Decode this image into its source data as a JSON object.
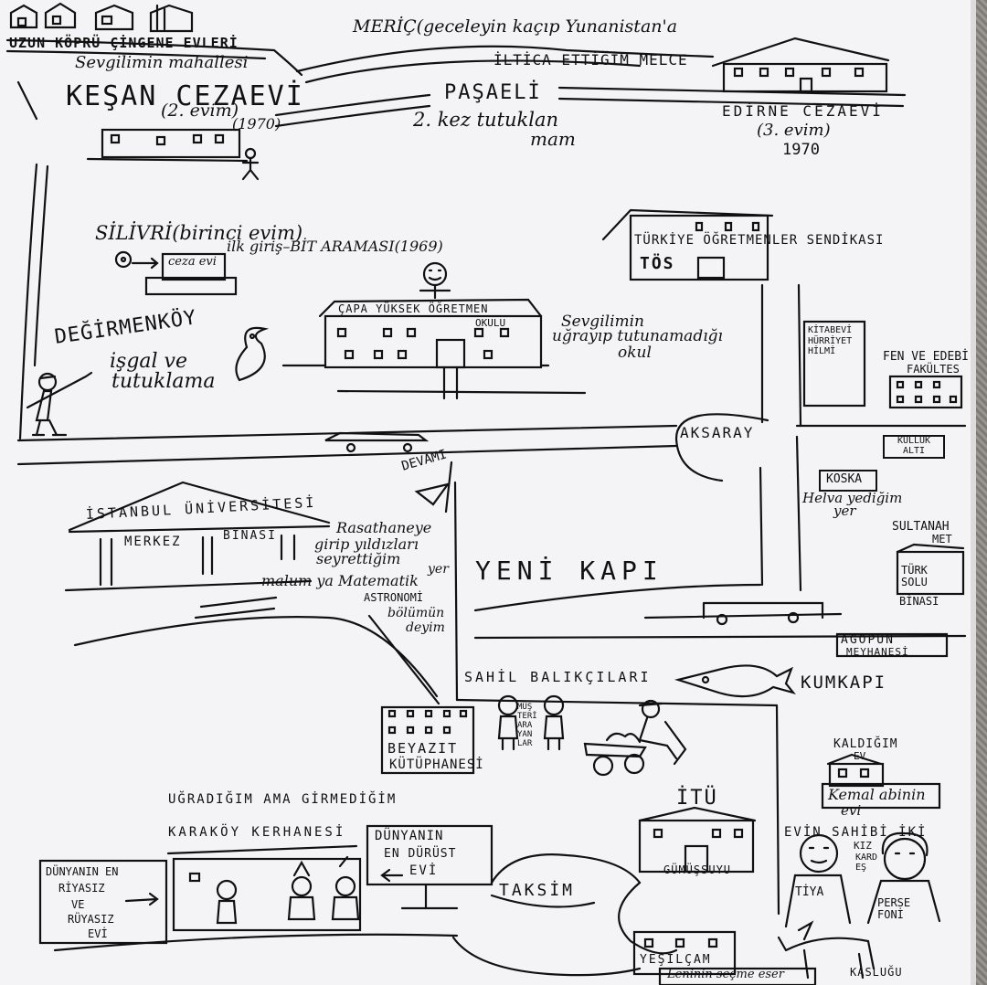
{
  "map": {
    "uzun_kopru": "UZUN KÖPRÜ ÇİNGENE EVLERİ",
    "sevgilimin_mahallesi": "Sevgilimin mahallesi",
    "meric": "MERİÇ(geceleyin kaçıp Yunanistan'a",
    "iltica": "İLTİCA ETTİĞİM MELCE",
    "kesan": "KEŞAN CEZAEVİ",
    "kesan_sub": "(2. evim)",
    "kesan_year": "(1970)",
    "pasaeli": "PAŞAELİ",
    "ikinci_kez": "2. kez tutuklan",
    "ikinci_kez_2": "mam",
    "edirne": "EDİRNE CEZAEVİ",
    "edirne_sub": "(3. evim)",
    "edirne_year": "1970",
    "silivri": "SİLİVRİ(birinci evim)",
    "ilk_giris": "ilk giriş–BİT ARAMASI(1969)",
    "ceza_evi": "ceza evi",
    "tos_title": "TÜRKİYE ÖĞRETMENLER SENDİKASI",
    "tos": "TÖS",
    "degirmenkoy": "DEĞİRMENKÖY",
    "isgal": "işgal ve",
    "tutuklama": "tutuklama",
    "capa": "ÇAPA YÜKSEK ÖĞRETMEN",
    "okulu": "OKULU",
    "sevgilim_okul_1": "Sevgilimin",
    "sevgilim_okul_2": "uğrayıp tutunamadığı",
    "sevgilim_okul_3": "okul",
    "hilmi_kitabevi": "KİTABEVİ HÜRRİYET HİLMİ",
    "fen_edebiyat": "FEN VE EDEBİ",
    "fakultesi": "FAKÜLTES",
    "aksaray": "AKSARAY",
    "kulluk_alti": "KÜLLÜK ALTI",
    "koska": "KOSKA",
    "helva": "Helva yediğim",
    "helva_2": "yer",
    "devami": "DEVAMI",
    "universite": "İSTANBUL ÜNİVERSİTESİ",
    "merkez": "MERKEZ",
    "binasi": "BİNASI",
    "rasathane_1": "Rasathaneye",
    "rasathane_2": "girip yıldızları",
    "rasathane_3": "seyrettiğim",
    "rasathane_4": "yer",
    "malum": "malum ya Matematik",
    "astronomi": "ASTRONOMİ",
    "bolumun": "bölümün",
    "deyim": "deyim",
    "yeni_kapi": "YENİ KAPI",
    "sultanahmet": "SULTANAH",
    "sultanahmet_2": "MET",
    "turk_solu": "TÜRK SOLU",
    "turk_solu_2": "BİNASI",
    "agopun": "AGOPUN",
    "meyhanesi": "MEYHANESİ",
    "sahil": "SAHİL BALIKÇILARI",
    "kumkapi": "KUMKAPI",
    "musteri": "MÜŞ TERİ ARA YAN LAR",
    "beyazit": "BEYAZIT",
    "kutuphanesi": "KÜTÜPHANESİ",
    "kaldigim": "KALDIĞIM",
    "kaldigim_ev": "EV",
    "kemal": "Kemal abinin",
    "kemal_2": "evi",
    "ugradigim": "UĞRADIĞIM AMA GİRMEDİĞİM",
    "karakoy": "KARAKÖY KERHANESİ",
    "durust_1": "DÜNYANIN",
    "durust_2": "EN DÜRÜST",
    "durust_3": "EVİ",
    "itu": "İTÜ",
    "gumussuyu": "GÜMÜŞSUYU",
    "evin_sahibi": "EVİN SAHİBİ İKİ",
    "kiz": "KIZ",
    "kardes": "KARD EŞ",
    "tiya": "TİYA",
    "persefoni": "PERSE FONİ",
    "riyasiz_1": "DÜNYANIN EN",
    "riyasiz_2": "RİYASIZ",
    "riyasiz_3": "VE",
    "riyasiz_4": "RÜYASIZ",
    "riyasiz_5": "EVİ",
    "taksim": "TAKSİM",
    "yesilcam": "YEŞİLÇAM",
    "lenin": "Leninin seçme eser",
    "kaslugu": "KASLUĞU"
  }
}
